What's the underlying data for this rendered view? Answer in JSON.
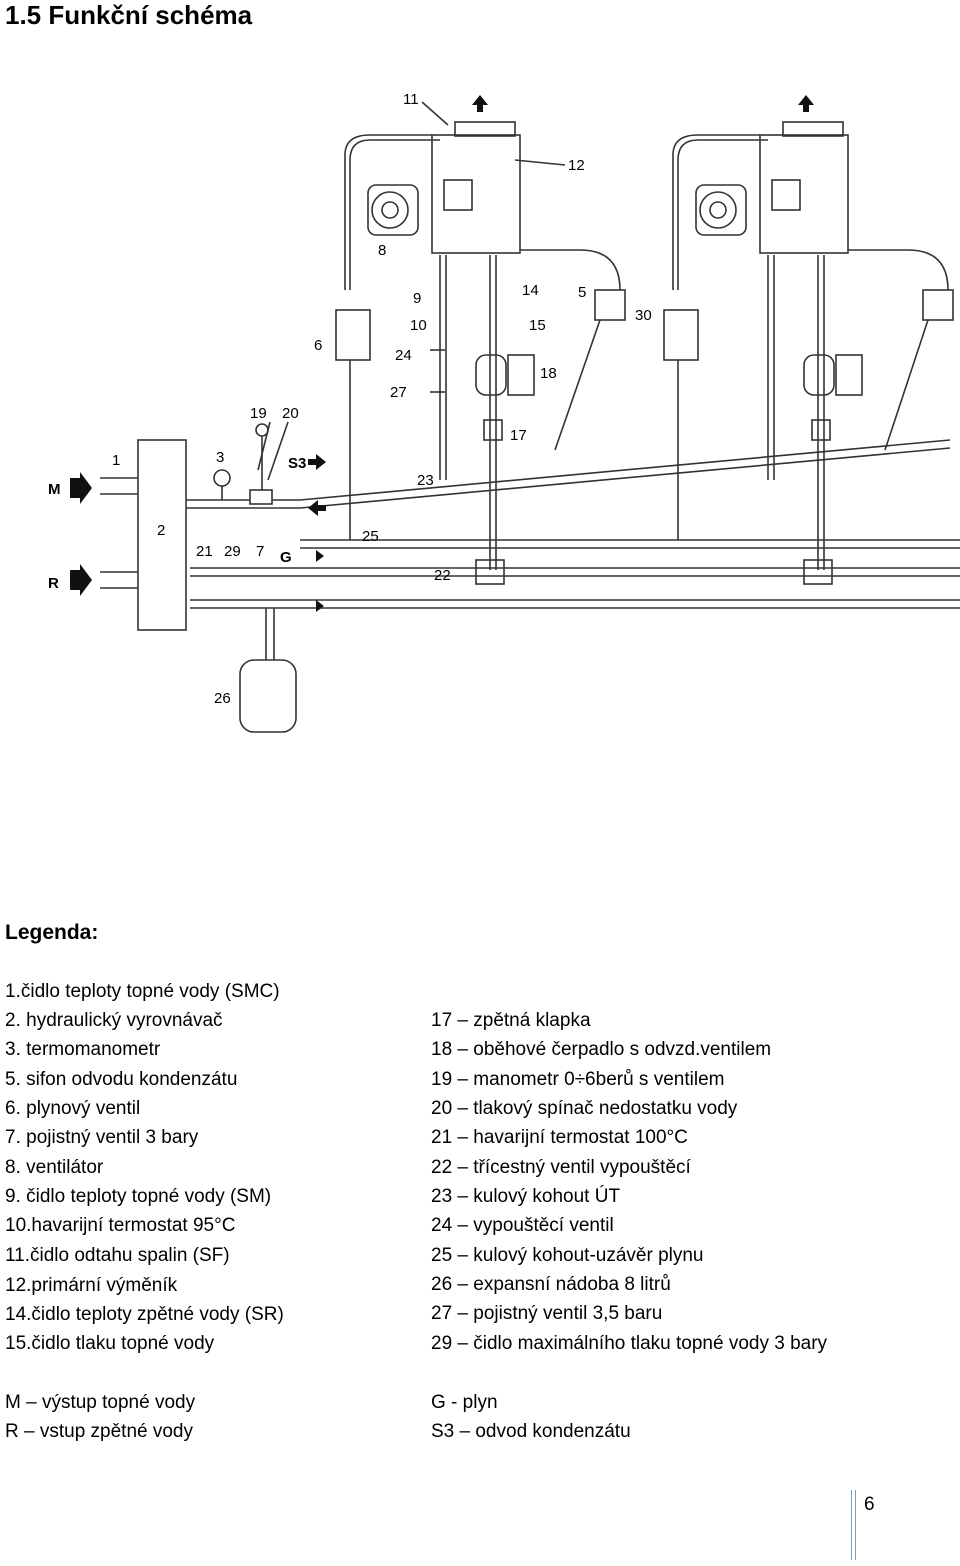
{
  "title": "1.5 Funkční schéma",
  "diagram": {
    "callouts": [
      "11",
      "12",
      "8",
      "9",
      "14",
      "5",
      "30",
      "10",
      "15",
      "6",
      "24",
      "18",
      "27",
      "17",
      "19",
      "20",
      "1",
      "3",
      "S3",
      "M",
      "2",
      "23",
      "21",
      "29",
      "7",
      "G",
      "25",
      "22",
      "R",
      "26"
    ]
  },
  "legend": {
    "heading": "Legenda:",
    "left": [
      "1.čidlo teploty topné vody (SMC)",
      "2. hydraulický vyrovnávač",
      "3. termomanometr",
      "5. sifon odvodu kondenzátu",
      "6. plynový ventil",
      "7. pojistný ventil 3 bary",
      "8. ventilátor",
      "9. čidlo teploty topné vody (SM)",
      "10.havarijní termostat 95°C",
      "11.čidlo odtahu spalin (SF)",
      "12.primární výměník",
      "14.čidlo teploty zpětné vody (SR)",
      "15.čidlo tlaku topné vody"
    ],
    "right": [
      "17 – zpětná klapka",
      "18 – oběhové čerpadlo s odvzd.ventilem",
      "19 – manometr 0÷6berů s ventilem",
      "20 – tlakový spínač nedostatku vody",
      "21 – havarijní termostat 100°C",
      "22 – třícestný ventil vypouštěcí",
      "23 – kulový kohout ÚT",
      "24 – vypouštěcí ventil",
      "25 – kulový kohout-uzávěr plynu",
      "26 – expansní nádoba 8 litrů",
      "27 – pojistný ventil 3,5 baru",
      "29 – čidlo maximálního tlaku topné vody 3 bary"
    ],
    "bottom_left": [
      "M – výstup topné vody",
      "R – vstup zpětné vody"
    ],
    "bottom_right": [
      "G - plyn",
      "S3 – odvod kondenzátu"
    ]
  },
  "page_number": "6"
}
